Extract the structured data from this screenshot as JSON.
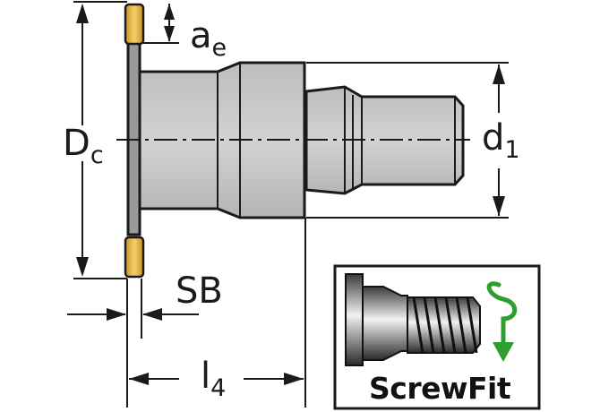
{
  "labels": {
    "ae": {
      "main": "a",
      "sub": "e"
    },
    "dc": {
      "main": "D",
      "sub": "c"
    },
    "d1": {
      "main": "d",
      "sub": "1"
    },
    "sb": {
      "text": "SB"
    },
    "l4": {
      "main": "l",
      "sub": "4"
    }
  },
  "logo": {
    "text": "ScrewFit"
  },
  "colors": {
    "outline": "#1a1a1a",
    "body_fill": "#c8c8c8",
    "body_shade": "#a9a9a9",
    "insert_fill": "#e8b33a",
    "arrow_green": "#2e9e2e"
  }
}
